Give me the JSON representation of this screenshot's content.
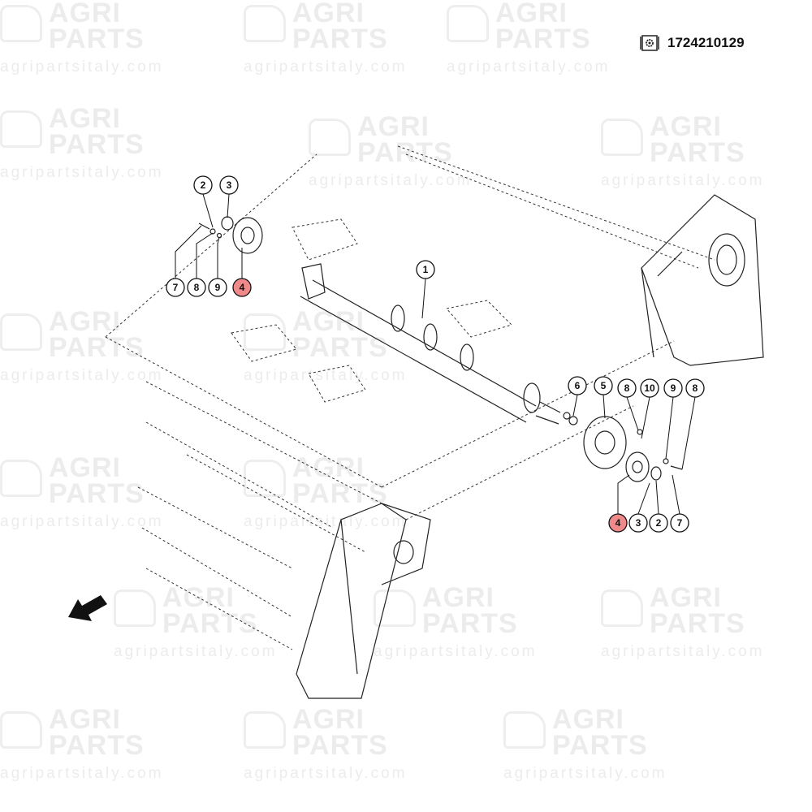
{
  "header": {
    "icon": "catalog-gear-icon",
    "part_number": "1724210129"
  },
  "watermark": {
    "line1": "AGRI",
    "line2": "PARTS",
    "url": "agripartsitaly.com"
  },
  "callouts": [
    {
      "id": "c-2-top",
      "label": "2",
      "highlight": false
    },
    {
      "id": "c-3-top",
      "label": "3",
      "highlight": false
    },
    {
      "id": "c-7-top",
      "label": "7",
      "highlight": false
    },
    {
      "id": "c-8-top",
      "label": "8",
      "highlight": false
    },
    {
      "id": "c-9-top",
      "label": "9",
      "highlight": false
    },
    {
      "id": "c-4-top",
      "label": "4",
      "highlight": true
    },
    {
      "id": "c-1",
      "label": "1",
      "highlight": false
    },
    {
      "id": "c-6",
      "label": "6",
      "highlight": false
    },
    {
      "id": "c-5",
      "label": "5",
      "highlight": false
    },
    {
      "id": "c-8-r1",
      "label": "8",
      "highlight": false
    },
    {
      "id": "c-10",
      "label": "10",
      "highlight": false
    },
    {
      "id": "c-9-r",
      "label": "9",
      "highlight": false
    },
    {
      "id": "c-8-r2",
      "label": "8",
      "highlight": false
    },
    {
      "id": "c-4-bottom",
      "label": "4",
      "highlight": true
    },
    {
      "id": "c-3-bottom",
      "label": "3",
      "highlight": false
    },
    {
      "id": "c-2-bottom",
      "label": "2",
      "highlight": false
    },
    {
      "id": "c-7-bottom",
      "label": "7",
      "highlight": false
    }
  ],
  "colors": {
    "highlight": "#f08a8a",
    "line": "#222222"
  }
}
